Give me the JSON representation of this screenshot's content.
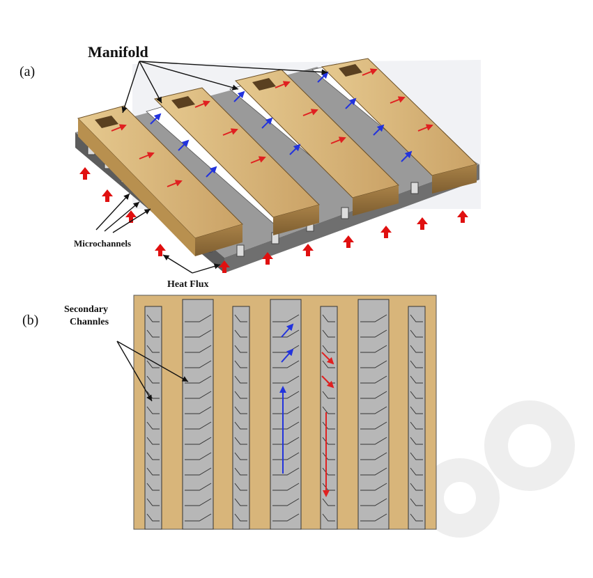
{
  "panel_a": {
    "label": "(a)",
    "manifold_label": "Manifold",
    "microchannels_label": "Microchannels",
    "heat_flux_label": "Heat Flux"
  },
  "panel_b": {
    "label": "(b)",
    "secondary_label_line1": "Secondary",
    "secondary_label_line2": "Channles"
  },
  "colors": {
    "manifold_wood": "#d8b57a",
    "manifold_dark": "#8c6a3a",
    "base_grey": "#6f6f6f",
    "channel_grey": "#b9b9b9",
    "flow_cold": "#2233dd",
    "flow_hot": "#e02020",
    "heat_flux_arrow": "#e01010",
    "watermark": "#ececec"
  }
}
